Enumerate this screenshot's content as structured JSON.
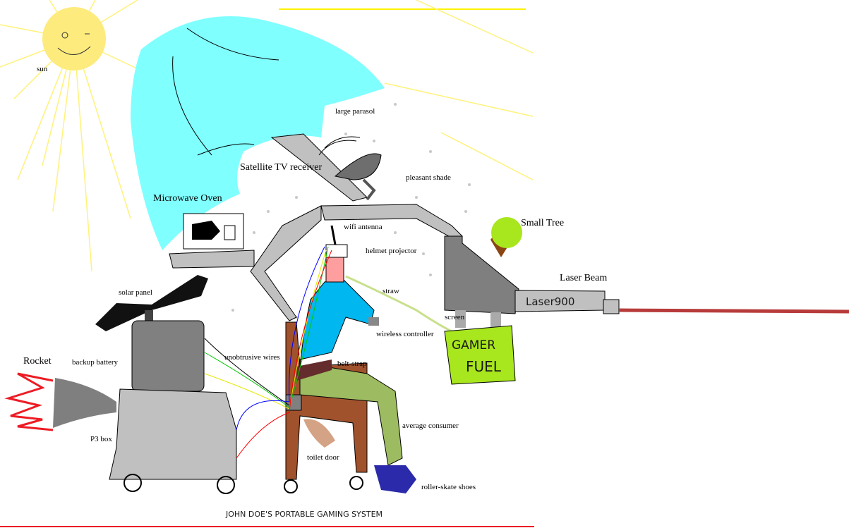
{
  "title": "JOHN DOE'S PORTABLE GAMING SYSTEM",
  "labels": {
    "sun": "sun",
    "large_parasol": "large parasol",
    "satellite": "Satellite TV receiver",
    "pleasant_shade": "pleasant shade",
    "microwave": "Microwave Oven",
    "wifi": "wifi antenna",
    "helmet": "helmet projector",
    "tree": "Small Tree",
    "laser": "Laser Beam",
    "straw": "straw",
    "solar": "solar panel",
    "screen": "screen",
    "controller": "wireless controller",
    "rocket": "Rocket",
    "battery": "backup battery",
    "wires": "unobtrusive wires",
    "belt": "belt-strap",
    "consumer": "average consumer",
    "p3": "P3 box",
    "toilet": "toilet door",
    "shoes": "roller-skate shoes"
  },
  "drawn_text": {
    "fuel_line1": "GAMER",
    "fuel_line2": "FUEL",
    "laser_brand": "Laser900"
  },
  "colors": {
    "sun": "#fdeb7e",
    "parasol": "#80ffff",
    "shirt": "#00b7ef",
    "pants": "#9dbb61",
    "chair": "#a0522d",
    "fuel": "#a8e61d",
    "beam": "#b83b3b"
  }
}
